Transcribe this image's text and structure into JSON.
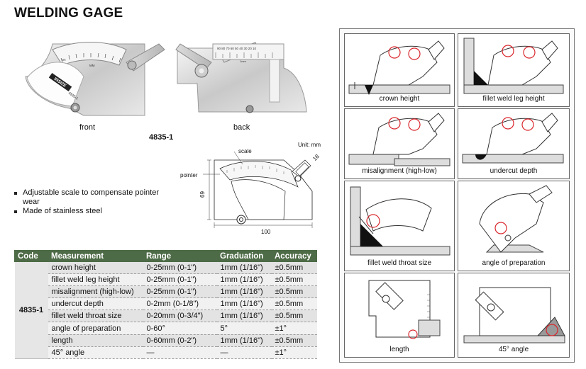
{
  "page": {
    "title": "WELDING GAGE",
    "model_code": "4835-1",
    "photo_captions": {
      "front": "front",
      "back": "back"
    },
    "photo_text": {
      "brand": "INSIZE",
      "model": "4835-1",
      "front_mm": "MM",
      "front_in": "IN",
      "back_scale": "90 80 70 60 50 40 30 20 10",
      "back_mm": "1mm"
    }
  },
  "drawing": {
    "unit": "Unit: mm",
    "scale_label": "scale",
    "pointer_label": "pointer",
    "dim_width": "100",
    "dim_height": "69",
    "dim_small": "18"
  },
  "features": [
    "Adjustable scale to compensate pointer wear",
    "Made of stainless steel"
  ],
  "table": {
    "headers": [
      "Code",
      "Measurement",
      "Range",
      "Graduation",
      "Accuracy"
    ],
    "code": "4835-1",
    "rows": [
      [
        "crown height",
        "0-25mm (0-1\")",
        "1mm (1/16\")",
        "±0.5mm"
      ],
      [
        "fillet weld leg height",
        "0-25mm (0-1\")",
        "1mm (1/16\")",
        "±0.5mm"
      ],
      [
        "misalignment (high-low)",
        "0-25mm (0-1\")",
        "1mm (1/16\")",
        "±0.5mm"
      ],
      [
        "undercut depth",
        "0-2mm (0-1/8\")",
        "1mm (1/16\")",
        "±0.5mm"
      ],
      [
        "fillet weld throat size",
        "0-20mm (0-3/4\")",
        "1mm (1/16\")",
        "±0.5mm"
      ],
      [
        "angle of preparation",
        "0-60°",
        "5°",
        "±1°"
      ],
      [
        "length",
        "0-60mm (0-2\")",
        "1mm (1/16\")",
        "±0.5mm"
      ],
      [
        "45° angle",
        "—",
        "—",
        "±1°"
      ]
    ]
  },
  "usage_panels": [
    "crown height",
    "fillet weld leg height",
    "misalignment (high-low)",
    "undercut depth",
    "fillet weld throat size",
    "angle of preparation",
    "length",
    "45° angle"
  ],
  "colors": {
    "table_header": "#4d6b46",
    "highlight": "#d9262c"
  }
}
